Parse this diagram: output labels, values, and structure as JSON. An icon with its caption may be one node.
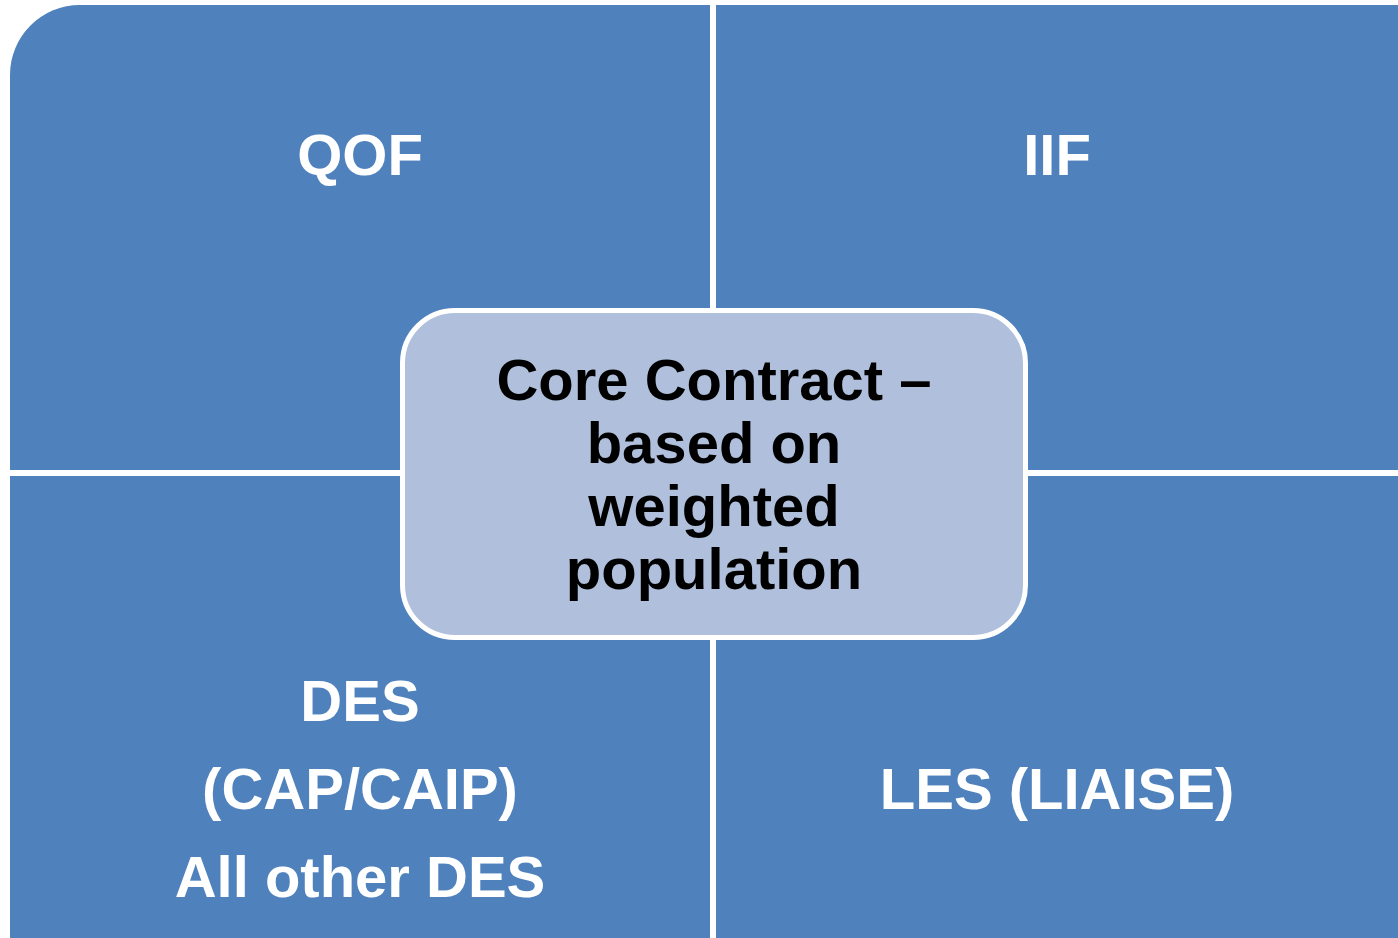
{
  "diagram": {
    "nodes": [
      {
        "text": [
          "QOF"
        ]
      },
      {
        "text": [
          "IIF"
        ]
      },
      {
        "text": [
          "DES",
          "(CAP/CAIP)",
          "All other DES"
        ]
      },
      {
        "text": [
          "LES (LIAISE)"
        ]
      },
      {
        "text": [
          "Core Contract – based on weighted population"
        ]
      }
    ]
  }
}
